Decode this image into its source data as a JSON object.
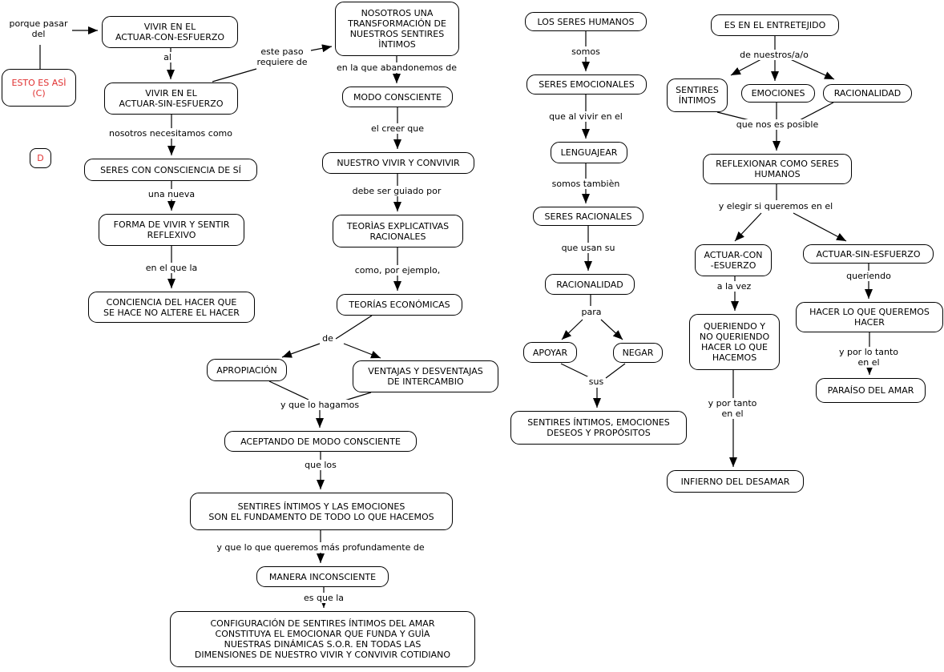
{
  "diagram": {
    "colors": {
      "red_text": "#e03030",
      "line_color": "#000000",
      "node_background": "#ffffff"
    },
    "nodes": {
      "vivir_con": "VIVIR EN EL\nACTUAR-CON-ESFUERZO",
      "vivir_sin": "VIVIR EN EL\nACTUAR-SIN-ESFUERZO",
      "esto_es_asi": "ESTO ES ASÌ\n(C)",
      "d": "D",
      "seres_consciencia": "SERES CON CONSCIENCIA DE SÍ",
      "forma_vivir": "FORMA DE VIVIR Y SENTIR\nREFLEXIVO",
      "conciencia_hacer": "CONCIENCIA DEL HACER QUE\nSE HACE NO ALTERE EL HACER",
      "nosotros_transformacion": "NOSOTROS UNA\nTRANSFORMACIÓN DE\nNUESTROS SENTIRES\nÌNTIMOS",
      "modo_consciente": "MODO CONSCIENTE",
      "nuestro_vivir": "NUESTRO VIVIR Y CONVIVIR",
      "teorias_explicativas": "TEORÌAS EXPLICATIVAS\nRACIONALES",
      "teorias_economicas": "TEORÍAS ECONÓMICAS",
      "apropiacion": "APROPIACIÓN",
      "ventajas": "VENTAJAS Y DESVENTAJAS\nDE INTERCAMBIO",
      "aceptando": "ACEPTANDO DE MODO CONSCIENTE",
      "sentires_fundamento": "SENTIRES ÍNTIMOS Y LAS EMOCIONES\nSON EL FUNDAMENTO DE TODO LO QUE HACEMOS",
      "manera_inconsciente": "MANERA INCONSCIENTE",
      "configuracion": "CONFIGURACIÓN DE SENTIRES ÍNTIMOS DEL AMAR\nCONSTITUYA EL EMOCIONAR QUE FUNDA Y GUÌA\nNUESTRAS DINÁMICAS S.O.R. EN TODAS LAS\nDIMENSIONES DE NUESTRO VIVIR Y CONVIVIR COTIDIANO",
      "los_seres_humanos": "LOS SERES HUMANOS",
      "seres_emocionales": "SERES EMOCIONALES",
      "lenguajear": "LENGUAJEAR",
      "seres_racionales": "SERES RACIONALES",
      "racionalidad_c3": "RACIONALIDAD",
      "apoyar": "APOYAR",
      "negar": "NEGAR",
      "sentires_emociones_deseos": "SENTIRES ÍNTIMOS, EMOCIONES\nDESEOS Y PROPÓSITOS",
      "entretejido": "ES EN EL ENTRETEJIDO",
      "sentires_intimos": "SENTIRES\nÍNTIMOS",
      "emociones": "EMOCIONES",
      "racionalidad_c4": "RACIONALIDAD",
      "reflexionar": "REFLEXIONAR COMO SERES\nHUMANOS",
      "actuar_con": "ACTUAR-CON\n-ESUERZO",
      "actuar_sin": "ACTUAR-SIN-ESFUERZO",
      "queriendo_no_queriendo": "QUERIENDO Y\nNO QUERIENDO\nHACER LO QUE\nHACEMOS",
      "infierno": "INFIERNO DEL DESAMAR",
      "hacer_queremos": "HACER LO QUE QUEREMOS\nHACER",
      "paraiso": "PARAÍSO DEL AMAR"
    },
    "labels": {
      "porque_pasar": "porque pasar\ndel",
      "al": "al",
      "este_paso": "este paso\nrequiere de",
      "necesitamos": "nosotros necesitamos como",
      "una_nueva": "una nueva",
      "en_el_que_la": "en el que la",
      "abandonemos": "en la que abandonemos de",
      "el_creer_que": "el creer que",
      "debe_ser_guiado": "debe ser guiado por",
      "como_por_ejemplo": "como, por ejemplo,",
      "de": "de",
      "y_que_lo_hagamos": "y que lo hagamos",
      "que_los": "que los",
      "queremos_profundamente": "y que lo que queremos más profundamente de",
      "es_que_la": "es que la",
      "somos": "somos",
      "que_al_vivir": "que al vivir en el",
      "somos_tambien": "somos tambièn",
      "que_usan_su": "que usan su",
      "para": "para",
      "sus": "sus",
      "de_nuestros": "de nuestros/a/o",
      "que_nos_es_posible": "que nos es posible",
      "y_elegir": "y elegir si queremos en el",
      "a_la_vez": "a la vez",
      "queriendo": "queriendo",
      "y_por_tanto": "y por tanto\nen el",
      "y_por_lo_tanto": "y por lo tanto en el"
    }
  }
}
